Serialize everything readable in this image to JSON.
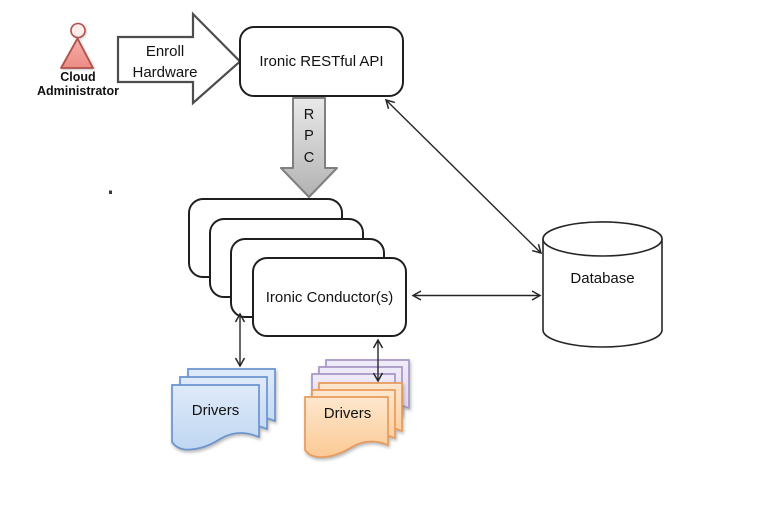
{
  "actor": {
    "line1": "Cloud",
    "line2": "Administrator"
  },
  "enroll_arrow": {
    "line1": "Enroll",
    "line2": "Hardware"
  },
  "api_box": {
    "label": "Ironic RESTful API"
  },
  "rpc_arrow": {
    "letter1": "R",
    "letter2": "P",
    "letter3": "C"
  },
  "conductor_box": {
    "label": "Ironic Conductor(s)"
  },
  "database": {
    "label": "Database"
  },
  "drivers_left": {
    "label": "Drivers"
  },
  "drivers_right": {
    "label": "Drivers"
  },
  "icons": {
    "actor": "person-icon",
    "database": "database-cylinder-icon",
    "drivers_left": "document-stack-icon",
    "drivers_right": "document-stack-icon"
  },
  "colors": {
    "person_fill_light": "#F6AFAA",
    "person_fill_dark": "#EC8B84",
    "person_head_fill": "#FDECEA",
    "person_stroke": "#B0524A",
    "blue_fill_light": "#DFEAF9",
    "blue_fill_dark": "#BFD6F2",
    "blue_stroke": "#6B93CE",
    "orange_fill_light": "#FDE7CD",
    "orange_fill_dark": "#FBC995",
    "orange_stroke": "#E89B5C",
    "purple_fill_light": "#F0EBF8",
    "purple_fill_dark": "#DCD2EC",
    "purple_stroke": "#A697C6",
    "gray_fill_light": "#E9E9E9",
    "gray_fill_dark": "#B2B2B2",
    "gray_stroke": "#7F7F7F",
    "block_arrow_stroke": "#4D4D4D",
    "line": "#262626",
    "box_border": "#1F1F1F"
  }
}
